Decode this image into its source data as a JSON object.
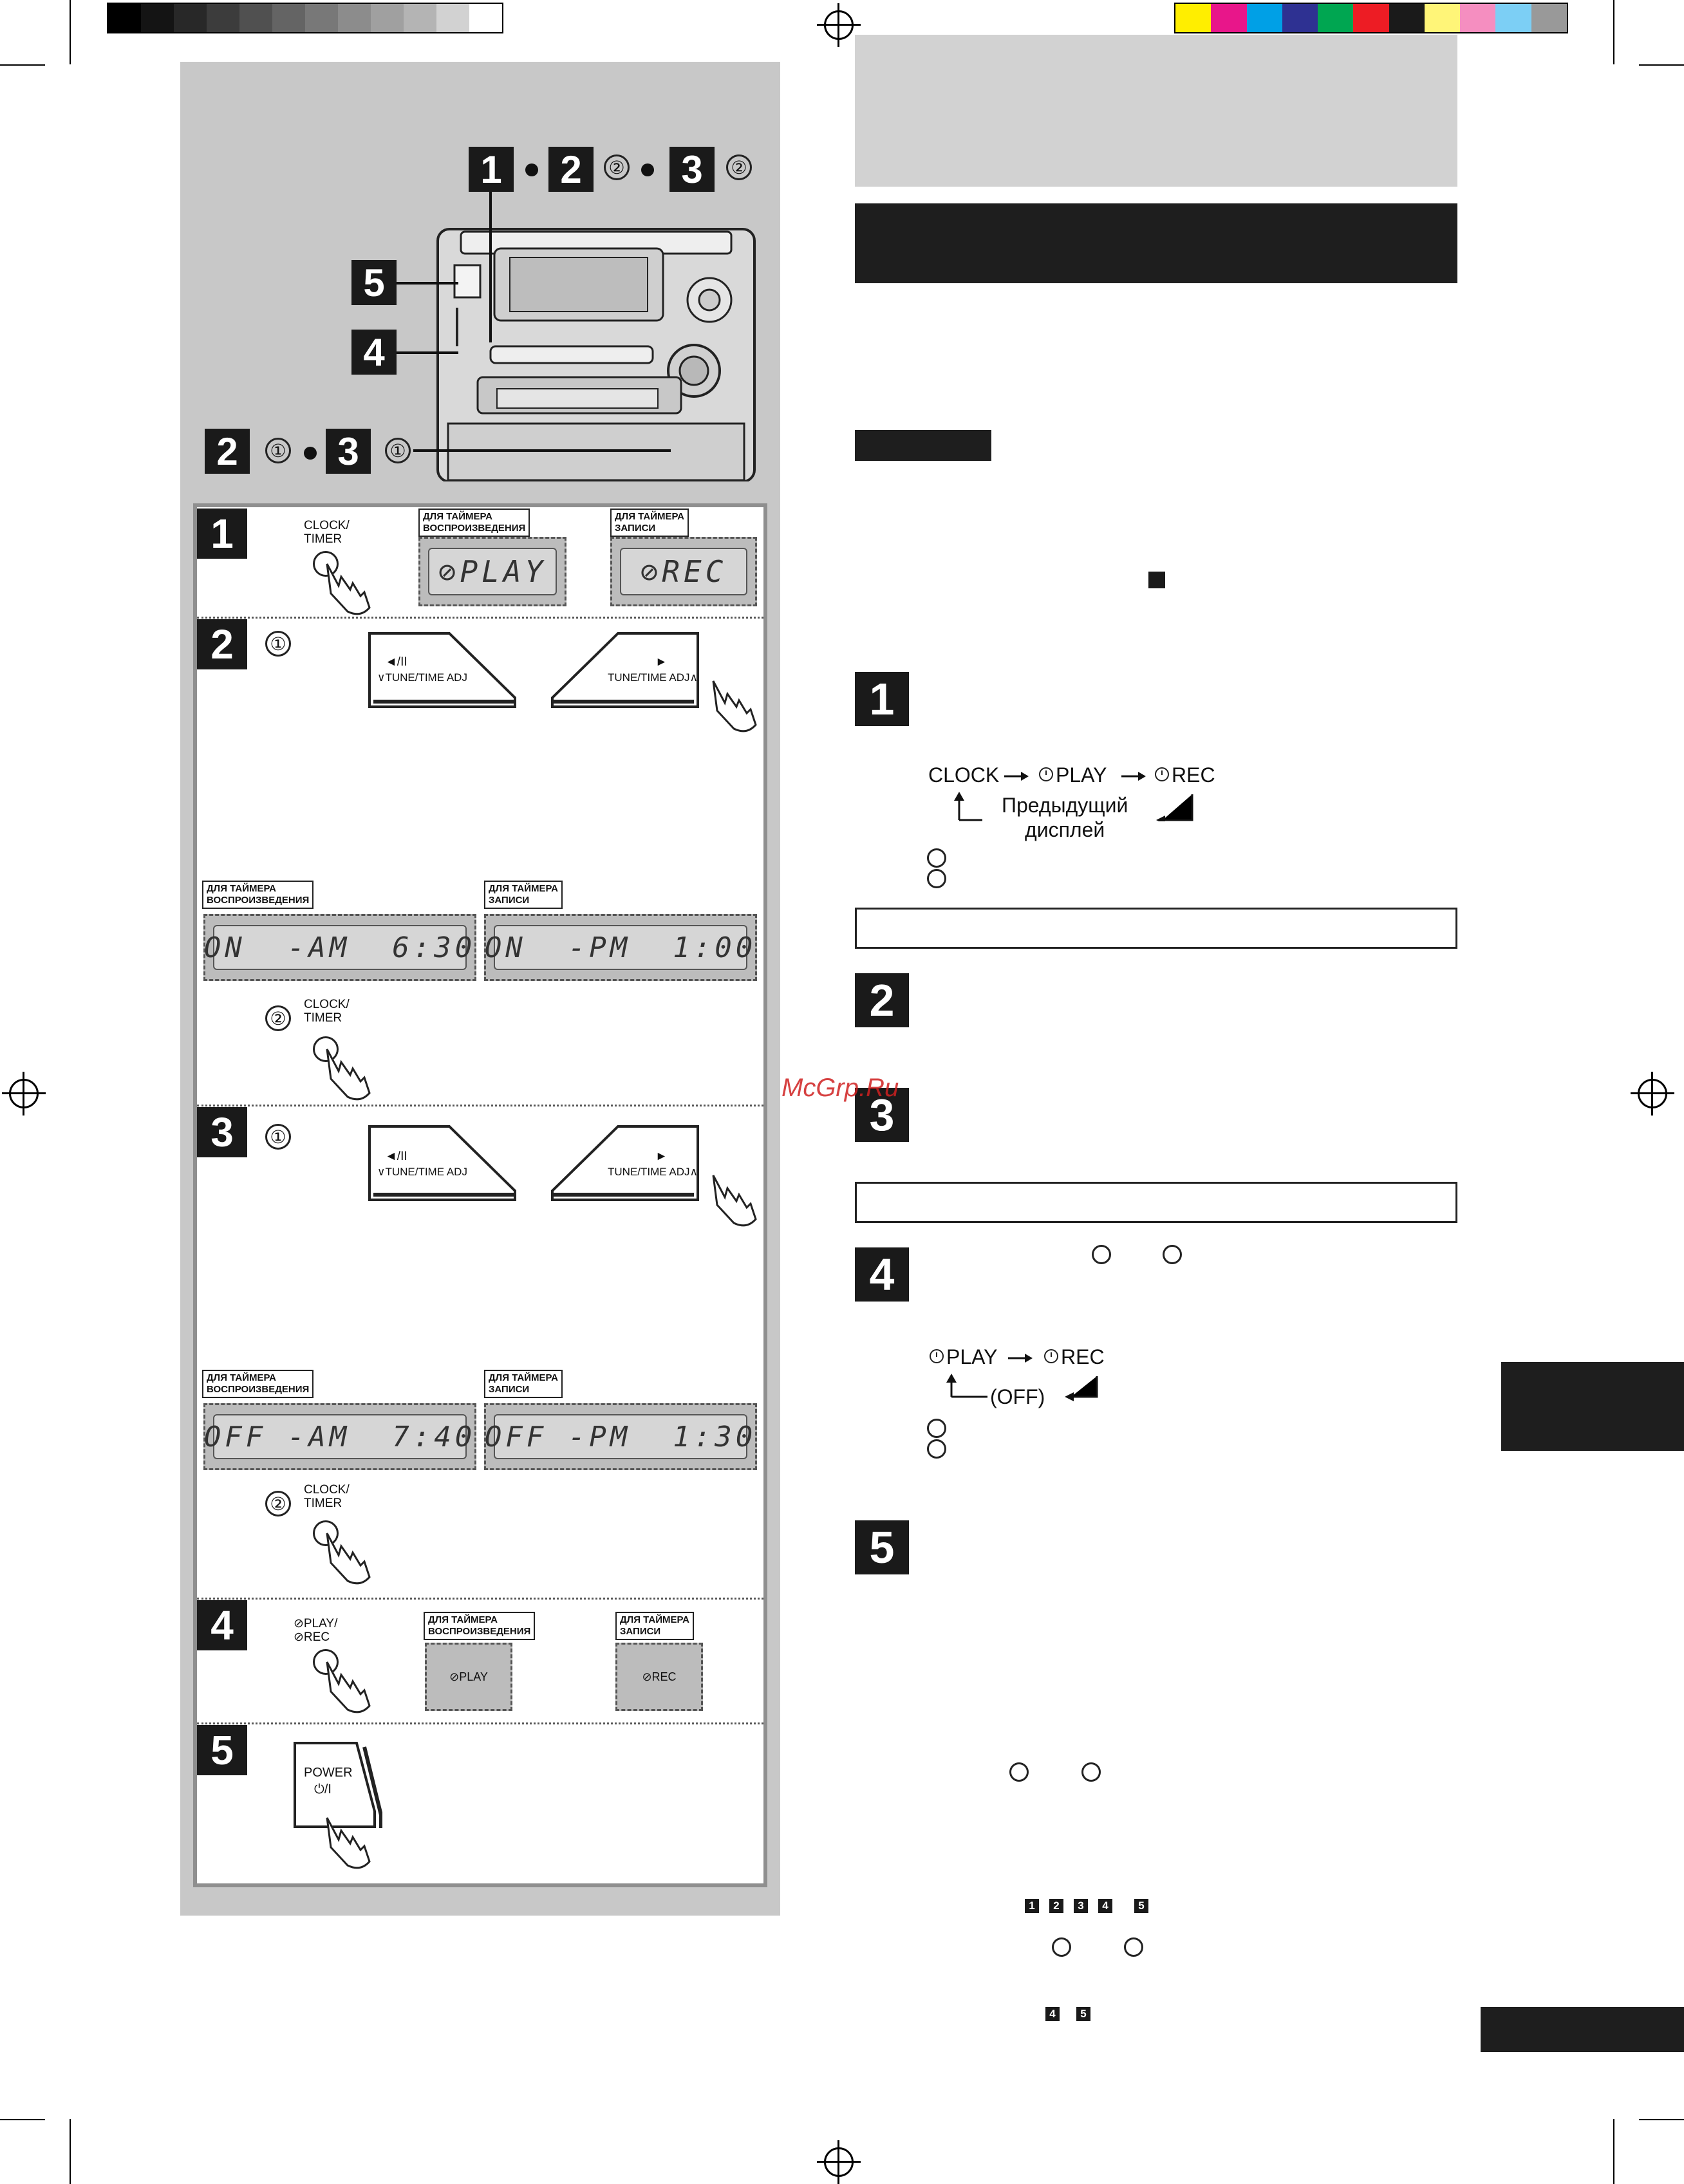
{
  "header": {
    "grayscale_bar": [
      "#000000",
      "#141414",
      "#282828",
      "#3c3c3c",
      "#505050",
      "#646464",
      "#787878",
      "#8c8c8c",
      "#a0a0a0",
      "#b4b4b4",
      "#d2d2d2",
      "#ffffff"
    ],
    "color_bar": [
      "#ffee00",
      "#e8168a",
      "#00a0e6",
      "#2e3192",
      "#00a651",
      "#ed1c24",
      "#1a1a1a",
      "#fff578",
      "#f58ec0",
      "#7ccff5",
      "#999999"
    ]
  },
  "diagram": {
    "callout_top": {
      "n1": "1",
      "n2": "2",
      "c2": "②",
      "n3": "3",
      "c3": "②"
    },
    "callout_left_5": "5",
    "callout_left_4": "4",
    "callout_bottom": {
      "n2": "2",
      "c2": "①",
      "n3": "3",
      "c3": "①"
    }
  },
  "steps": {
    "s1": {
      "num": "1",
      "button_label": "CLOCK/\nTIMER",
      "tag_play": "ДЛЯ ТАЙМЕРА\nВОСПРОИЗВЕДЕНИЯ",
      "tag_rec": "ДЛЯ ТАЙМЕРА\nЗАПИСИ",
      "lcd_play": "⊘PLAY",
      "lcd_rec": "⊘REC"
    },
    "s2": {
      "num": "2",
      "sub1": "①",
      "sub2": "②",
      "btn_left_symbol": "◄/II",
      "btn_left_label": "∨TUNE/TIME ADJ",
      "btn_right_symbol": "►",
      "btn_right_label": "TUNE/TIME ADJ∧",
      "tag_play": "ДЛЯ ТАЙМЕРА\nВОСПРОИЗВЕДЕНИЯ",
      "tag_rec": "ДЛЯ ТАЙМЕРА\nЗАПИСИ",
      "lcd_play": "ON  -AM  6:30",
      "lcd_rec": "ON  -PM  1:00",
      "button_label": "CLOCK/\nTIMER"
    },
    "s3": {
      "num": "3",
      "sub1": "①",
      "sub2": "②",
      "btn_left_symbol": "◄/II",
      "btn_left_label": "∨TUNE/TIME ADJ",
      "btn_right_symbol": "►",
      "btn_right_label": "TUNE/TIME ADJ∧",
      "tag_play": "ДЛЯ ТАЙМЕРА\nВОСПРОИЗВЕДЕНИЯ",
      "tag_rec": "ДЛЯ ТАЙМЕРА\nЗАПИСИ",
      "lcd_play": "OFF -AM  7:40",
      "lcd_rec": "OFF -PM  1:30",
      "button_label": "CLOCK/\nTIMER"
    },
    "s4": {
      "num": "4",
      "button_label": "⊘PLAY/\n⊘REC",
      "tag_play": "ДЛЯ ТАЙМЕРА\nВОСПРОИЗВЕДЕНИЯ",
      "tag_rec": "ДЛЯ ТАЙМЕРА\nЗАПИСИ",
      "ind_play": "⊘PLAY",
      "ind_rec": "⊘REC"
    },
    "s5": {
      "num": "5",
      "power_label": "POWER",
      "power_symbol": "⏻/I"
    }
  },
  "right": {
    "step_nums": [
      "1",
      "2",
      "3",
      "4",
      "5"
    ],
    "flow1": {
      "clock": "CLOCK",
      "play": "PLAY",
      "rec": "REC",
      "back": "Предыдущий\nдисплей"
    },
    "flow4": {
      "play": "PLAY",
      "rec": "REC",
      "off": "(OFF)"
    },
    "mini_steps": [
      "1",
      "2",
      "3",
      "4",
      "5"
    ],
    "mini_steps_b": [
      "4",
      "5"
    ]
  },
  "watermark": "McGrp.Ru"
}
